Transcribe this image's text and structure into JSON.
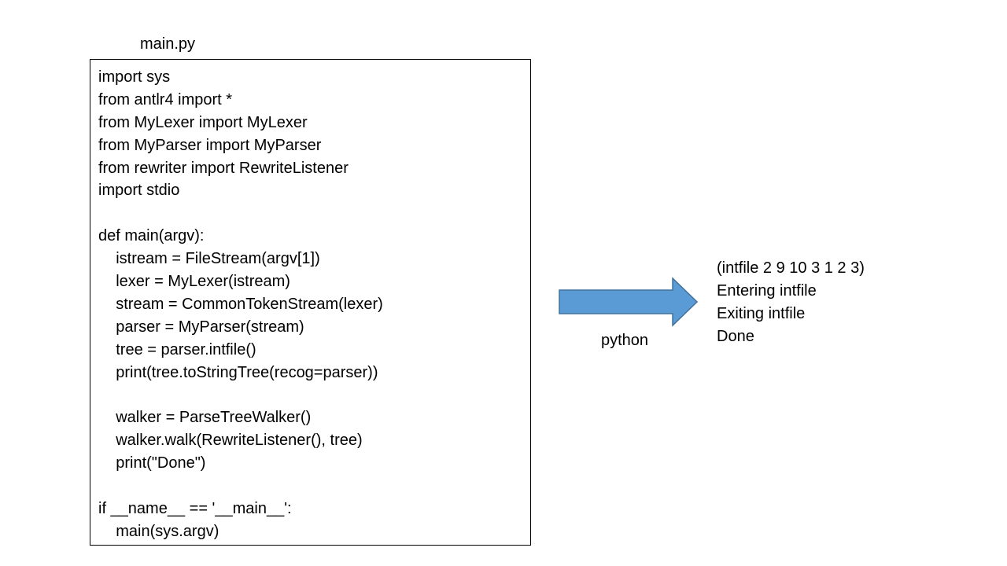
{
  "file_title": "main.py",
  "code_lines": [
    "import sys",
    "from antlr4 import *",
    "from MyLexer import MyLexer",
    "from MyParser import MyParser",
    "from rewriter import RewriteListener",
    "import stdio",
    "",
    "def main(argv):",
    "    istream = FileStream(argv[1])",
    "    lexer = MyLexer(istream)",
    "    stream = CommonTokenStream(lexer)",
    "    parser = MyParser(stream)",
    "    tree = parser.intfile()",
    "    print(tree.toStringTree(recog=parser))",
    "",
    "    walker = ParseTreeWalker()",
    "    walker.walk(RewriteListener(), tree)",
    "    print(\"Done\")",
    "",
    "if __name__ == '__main__':",
    "    main(sys.argv)"
  ],
  "arrow": {
    "label": "python",
    "fill": "#5b9bd5",
    "stroke": "#41719c"
  },
  "output_lines": [
    "(intfile 2 9 10 3 1 2 3)",
    "Entering intfile",
    "Exiting intfile",
    "Done"
  ]
}
